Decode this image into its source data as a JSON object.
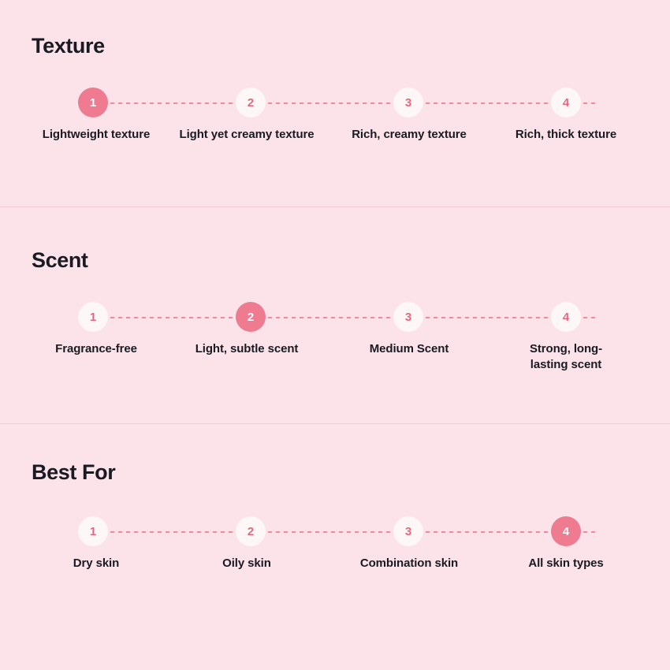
{
  "theme": {
    "background": "#FBE3E9",
    "divider": "#F3C9D5",
    "accent": "#EE7B90",
    "accent_text": "#E8677E",
    "dot_inactive_bg": "#FDF7F8",
    "dot_active_text": "#FFFFFF",
    "label_text": "#1A1A22",
    "dash_line": "#EE8C9F"
  },
  "sections": [
    {
      "id": "texture",
      "title": "Texture",
      "active_step": 1,
      "steps": [
        {
          "number": "1",
          "label": "Lightweight texture",
          "active": true
        },
        {
          "number": "2",
          "label": "Light yet creamy texture",
          "active": false
        },
        {
          "number": "3",
          "label": "Rich, creamy texture",
          "active": false
        },
        {
          "number": "4",
          "label": "Rich, thick texture",
          "active": false
        }
      ]
    },
    {
      "id": "scent",
      "title": "Scent",
      "active_step": 2,
      "steps": [
        {
          "number": "1",
          "label": "Fragrance-free",
          "active": false
        },
        {
          "number": "2",
          "label": "Light, subtle scent",
          "active": true
        },
        {
          "number": "3",
          "label": "Medium Scent",
          "active": false
        },
        {
          "number": "4",
          "label": "Strong, long-lasting scent",
          "active": false
        }
      ]
    },
    {
      "id": "best-for",
      "title": "Best For",
      "active_step": 4,
      "steps": [
        {
          "number": "1",
          "label": "Dry skin",
          "active": false
        },
        {
          "number": "2",
          "label": "Oily skin",
          "active": false
        },
        {
          "number": "3",
          "label": "Combination skin",
          "active": false
        },
        {
          "number": "4",
          "label": "All skin types",
          "active": true
        }
      ]
    }
  ],
  "layout": {
    "dot_centers_x": [
      118,
      318,
      518,
      718
    ],
    "section_tops": [
      0,
      262,
      537
    ],
    "title_tops": [
      45,
      317,
      586
    ],
    "scale_tops": [
      111,
      383,
      655
    ],
    "label_tops": [
      161,
      433,
      705
    ]
  }
}
